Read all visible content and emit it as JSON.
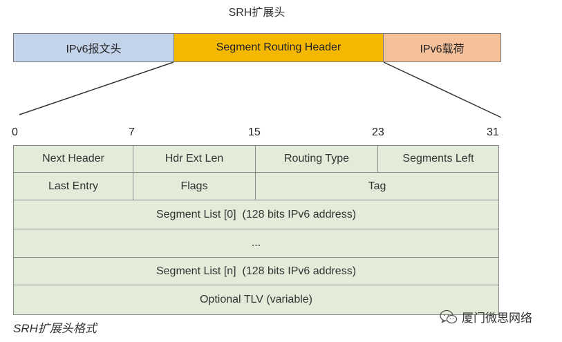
{
  "title": "SRH扩展头",
  "packet": {
    "ipv6_header": "IPv6报文头",
    "srh": "Segment Routing Header",
    "payload": "IPv6载荷"
  },
  "colors": {
    "ipv6_header": "#c3d3ea",
    "srh": "#f5b800",
    "payload": "#f6c09b",
    "field": "#e2ecd9"
  },
  "bit_ruler": [
    "0",
    "7",
    "15",
    "23",
    "31"
  ],
  "fields": {
    "next_header": "Next Header",
    "hdr_ext_len": "Hdr Ext Len",
    "routing_type": "Routing Type",
    "segments_left": "Segments Left",
    "last_entry": "Last Entry",
    "flags": "Flags",
    "tag": "Tag",
    "segment_list_0": "Segment List [0]  (128 bits IPv6 address)",
    "ellipsis": "...",
    "segment_list_n": "Segment List [n]  (128 bits IPv6 address)",
    "optional_tlv": "Optional TLV (variable)"
  },
  "caption": "SRH扩展头格式",
  "watermark": {
    "icon": "wechat-icon",
    "text": "厦门微思网络"
  }
}
